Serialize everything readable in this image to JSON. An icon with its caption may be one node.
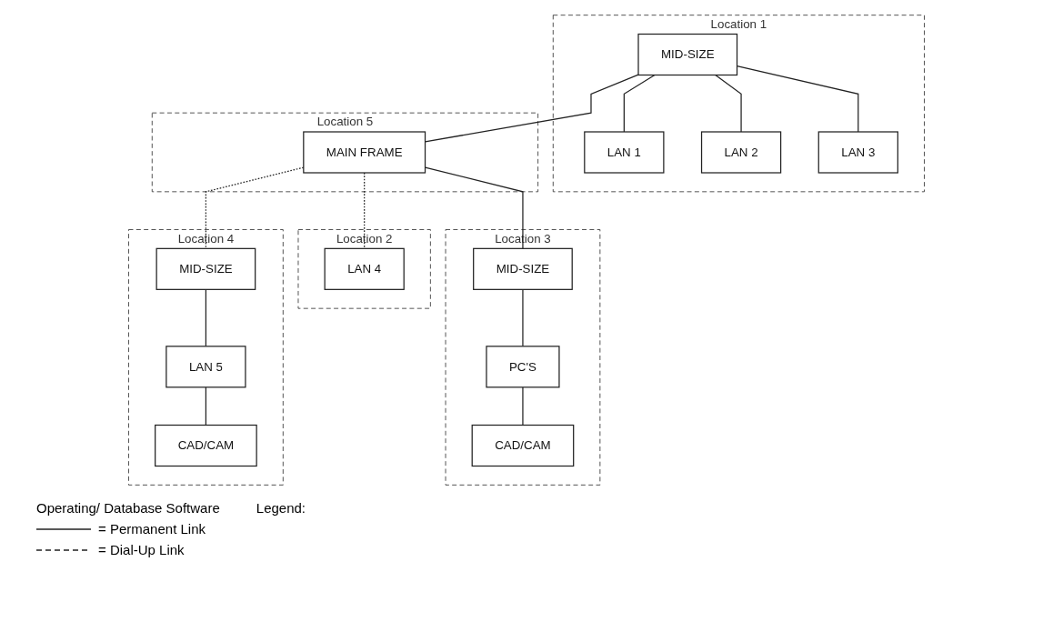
{
  "diagram": {
    "nodes": [
      {
        "text": [
          "Location 1"
        ]
      },
      {
        "text": [
          "MID-SIZE"
        ],
        "in": 0
      },
      {
        "text": [
          "LAN 1"
        ],
        "in": 0
      },
      {
        "text": [
          "LAN 2"
        ],
        "in": 0
      },
      {
        "text": [
          "LAN 3"
        ],
        "in": 0
      },
      {
        "text": [
          "Location 2"
        ]
      },
      {
        "text": [
          "LAN 4"
        ],
        "in": 5
      },
      {
        "text": [
          "Location 3"
        ]
      },
      {
        "text": [
          "MID-SIZE"
        ],
        "in": 7
      },
      {
        "text": [
          "PC'S"
        ],
        "in": 7
      },
      {
        "text": [
          "CAD/CAM"
        ],
        "in": 7
      },
      {
        "text": [
          "Location 4"
        ]
      },
      {
        "text": [
          "MID-SIZE"
        ],
        "in": 11
      },
      {
        "text": [
          "LAN 5"
        ],
        "in": 11
      },
      {
        "text": [
          "CAD/CAM"
        ],
        "in": 11
      },
      {
        "text": [
          "Location 5"
        ]
      },
      {
        "text": [
          "MAIN FRAME"
        ],
        "in": 15
      }
    ],
    "edges": [
      {
        "from": 1,
        "to": 2,
        "arrow": "none"
      },
      {
        "from": 1,
        "to": 3,
        "arrow": "none"
      },
      {
        "from": 1,
        "to": 4,
        "arrow": "none"
      },
      {
        "from": 8,
        "to": 9,
        "arrow": "none"
      },
      {
        "from": 9,
        "to": 10,
        "arrow": "none"
      },
      {
        "from": 12,
        "to": 13,
        "arrow": "none"
      },
      {
        "from": 13,
        "to": 14,
        "arrow": "none"
      },
      {
        "from": 1,
        "to": 16,
        "arrow": "none"
      },
      {
        "from": 16,
        "to": 6,
        "arrow": "none",
        "style": "dashed"
      },
      {
        "from": 16,
        "to": 8,
        "arrow": "none"
      },
      {
        "from": 16,
        "to": 12,
        "arrow": "none",
        "style": "dashed"
      }
    ],
    "labels": [
      "Operating/ Database Software",
      "Legend:"
    ],
    "legend": [
      {
        "text": "= Permanent Link"
      },
      {
        "text": "= Dial-Up Link"
      }
    ]
  }
}
